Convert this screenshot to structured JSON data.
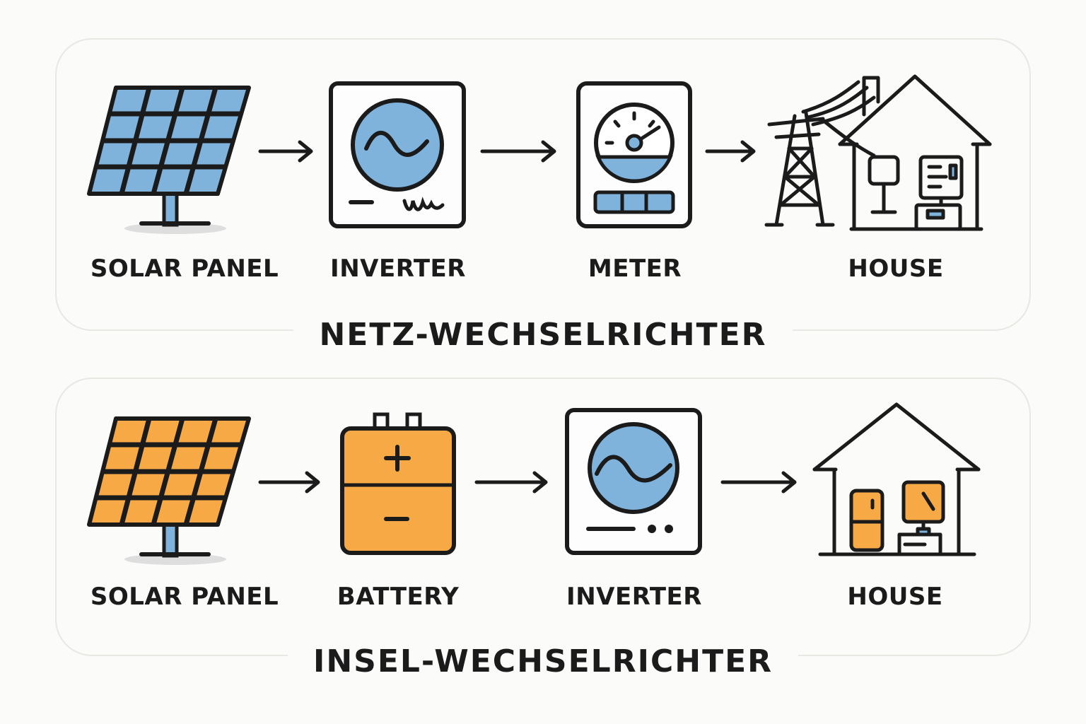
{
  "colors": {
    "stroke": "#1b1b1b",
    "blue": "#7fb3dc",
    "orange": "#f6a945",
    "frame": "#e8e8e3"
  },
  "grid_system": {
    "title": "NETZ-WECHSELRICHTER",
    "components": [
      {
        "label": "SOLAR PANEL",
        "icon": "solar-panel-blue-icon"
      },
      {
        "label": "INVERTER",
        "icon": "inverter-icon"
      },
      {
        "label": "METER",
        "icon": "meter-icon"
      },
      {
        "label": "HOUSE",
        "icon": "power-pylon-house-icon"
      }
    ],
    "arrows": 3
  },
  "off_grid_system": {
    "title": "INSEL-WECHSELRICHTER",
    "components": [
      {
        "label": "SOLAR PANEL",
        "icon": "solar-panel-orange-icon"
      },
      {
        "label": "BATTERY",
        "icon": "battery-icon"
      },
      {
        "label": "INVERTER",
        "icon": "inverter-icon"
      },
      {
        "label": "HOUSE",
        "icon": "house-icon"
      }
    ],
    "arrows": 3
  }
}
